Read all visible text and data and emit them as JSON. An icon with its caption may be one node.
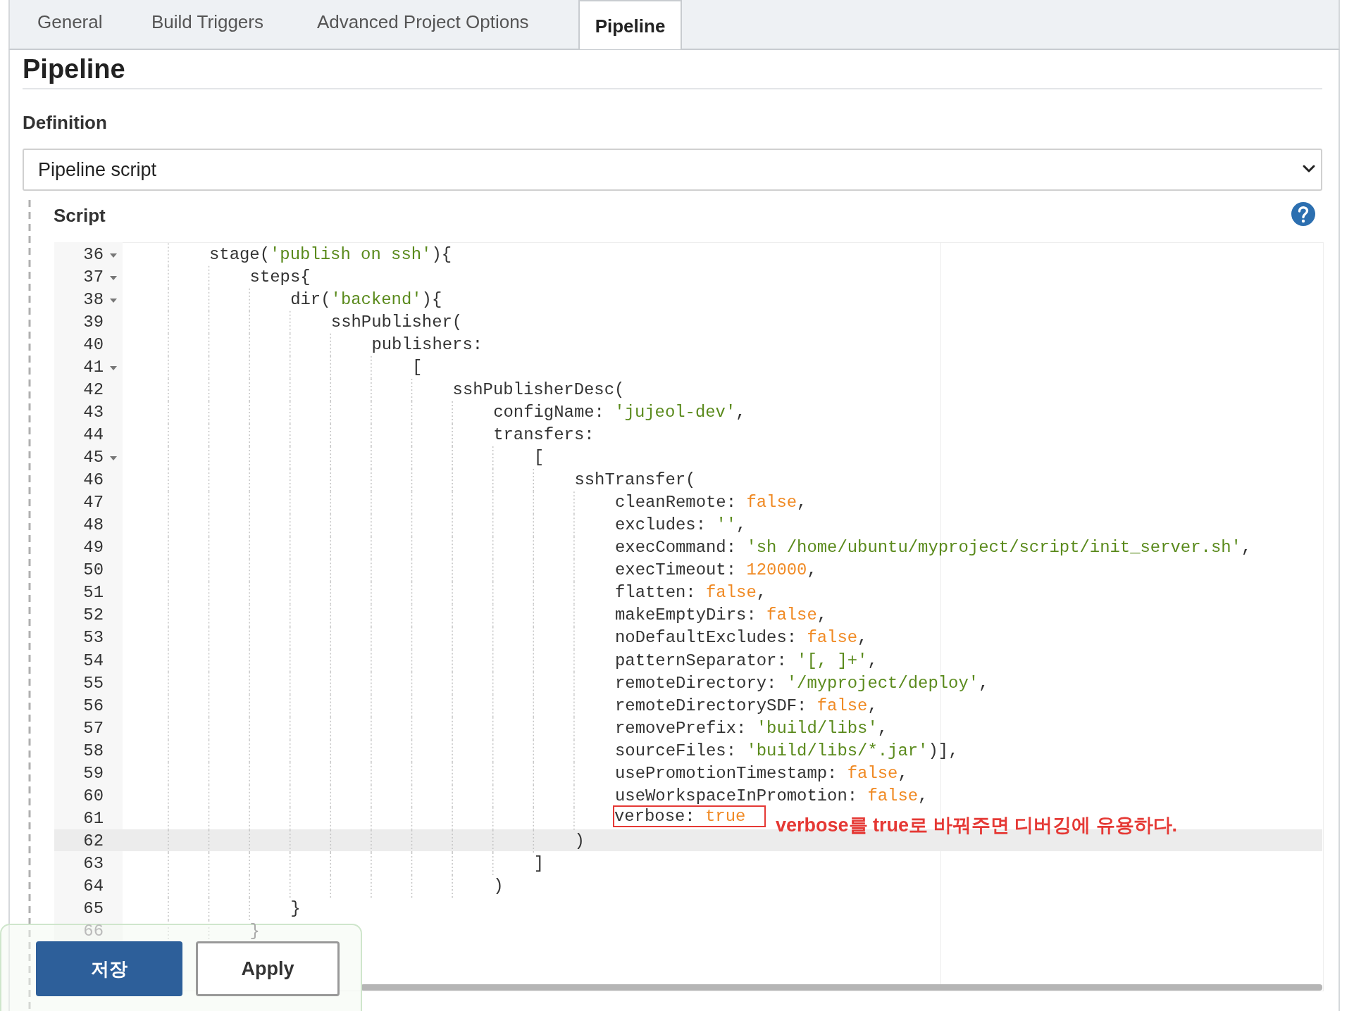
{
  "diagram": {
    "nodes": [
      {
        "text": [
          "verbose: true"
        ],
        "beside": [
          "verbose를 true로 바꿔주면 디버깅에 유용하다."
        ]
      }
    ],
    "labels": [
      "General",
      "Build Triggers",
      "Advanced Project Options",
      "Pipeline",
      "Pipeline",
      "Definition",
      "Pipeline script",
      "Script",
      "36",
      "stage('publish on ssh'){",
      "37",
      "steps{",
      "38",
      "dir('backend'){",
      "39",
      "sshPublisher(",
      "40",
      "publishers:",
      "41",
      "[",
      "42",
      "sshPublisherDesc(",
      "43",
      "configName: 'jujeol-dev',",
      "44",
      "transfers:",
      "45",
      "[",
      "46",
      "sshTransfer(",
      "47",
      "cleanRemote: false,",
      "48",
      "excludes: '',",
      "49",
      "execCommand: 'sh /home/ubuntu/myproject/script/init_server.sh',",
      "50",
      "execTimeout: 120000,",
      "51",
      "flatten: false,",
      "52",
      "makeEmptyDirs: false,",
      "53",
      "noDefaultExcludes: false,",
      "54",
      "patternSeparator: '[, ]+',",
      "55",
      "remoteDirectory: '/myproject/deploy',",
      "56",
      "remoteDirectorySDF: false,",
      "57",
      "removePrefix: 'build/libs',",
      "58",
      "sourceFiles: 'build/libs/*.jar')],",
      "59",
      "usePromotionTimestamp: false,",
      "60",
      "useWorkspaceInPromotion: false,",
      "61",
      "62",
      ")",
      "63",
      "]",
      "64",
      ")",
      "65",
      "}",
      "66",
      "}",
      "저장",
      "Apply"
    ]
  }
}
